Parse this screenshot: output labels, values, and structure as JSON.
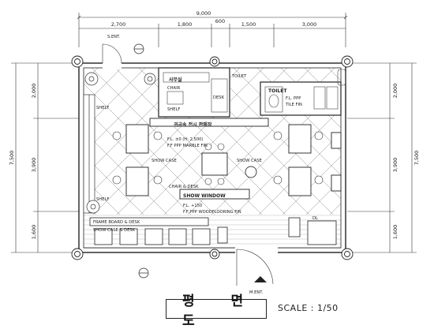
{
  "dimensions": {
    "overall_width": "9,000",
    "top_segments": [
      "2,700",
      "1,800",
      "600",
      "1,500",
      "3,000"
    ],
    "left_segments": [
      "2,000",
      "3,900",
      "1,600"
    ],
    "left_total": "7,500",
    "right_segments": [
      "2,000",
      "3,900",
      "1,600"
    ],
    "right_total": "7,500"
  },
  "rooms": {
    "office": "사무실",
    "chair": "CHAIR",
    "desk": "DESK",
    "shelf": "SHELF",
    "toilet": "TOILET",
    "fl_ppp": "F.L. PPP",
    "tile_fin": "TILE FIN",
    "shelf_left_top": "SHELF",
    "shelf_left_bottom": "SHELF",
    "toilet_note": "TOILET"
  },
  "center": {
    "sign": "귀금속 전시 판매장",
    "level_line1": "F.L. ±0 (H: 2,500)",
    "level_line2": "F.F PPP  MARBLE FIN",
    "show_case_left": "SHOW CASE",
    "show_case_right": "SHOW CASE",
    "chair_and_desk": "CHAIR & DESK",
    "show_window": "SHOW WINDOW",
    "level2_line1": "F.L. +150",
    "level2_line2": "F.F PPP  WOODFLOORING FIN",
    "frame_board": "FRAME BOARD & DESK",
    "show_case_lower": "SHOW CASE & DESK",
    "spot_note": "DL"
  },
  "entries": {
    "top": "S.ENT.",
    "bottom": "M.ENT."
  },
  "title": "평 면 도",
  "scale": "SCALE : 1/50"
}
